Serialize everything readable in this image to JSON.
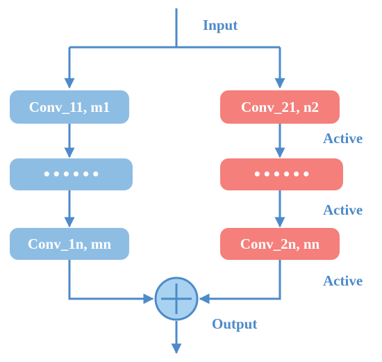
{
  "diagram": {
    "input_label": "Input",
    "output_label": "Output",
    "active_labels": [
      "Active",
      "Active",
      "Active"
    ],
    "left_branch": [
      "Conv_11,  m1",
      "••••••",
      "Conv_1n, mn"
    ],
    "right_branch": [
      "Conv_21,  n2",
      "••••••",
      "Conv_2n,  nn"
    ],
    "combine_symbol": "plus",
    "colors": {
      "line": "#4d8ac9",
      "left_node": "#8ebde4",
      "right_node": "#f47f7b",
      "combine_fill": "#a9d2f0",
      "text_on_node": "#ffffff"
    }
  }
}
